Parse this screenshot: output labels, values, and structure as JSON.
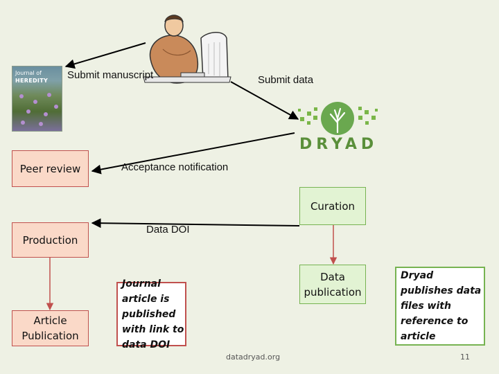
{
  "labels": {
    "submit_manuscript": "Submit manuscript",
    "submit_data": "Submit data",
    "acceptance_notification": "Acceptance notification",
    "data_doi": "Data DOI"
  },
  "journal_cover": {
    "title_small": "Journal of",
    "title_main": "HEREDITY"
  },
  "dryad_logo": {
    "word": "DRYAD"
  },
  "boxes": {
    "peer_review": "Peer review",
    "production": "Production",
    "article_publication": "Article Publication",
    "curation": "Curation",
    "data_publication": "Data publication",
    "journal_article": "Journal article is published with link to data DOI",
    "dryad_publishes": "Dryad publishes data files with reference to article"
  },
  "footer": {
    "url": "datadryad.org",
    "page_number": "11"
  },
  "colors": {
    "background": "#eef1e4",
    "pink_fill": "#fad9c8",
    "pink_border": "#c0504d",
    "green_fill": "#e2f3d3",
    "green_border": "#76b351",
    "arrow": "#000000",
    "red_arrow": "#c0504d",
    "dryad_green": "#5a8f3a"
  }
}
